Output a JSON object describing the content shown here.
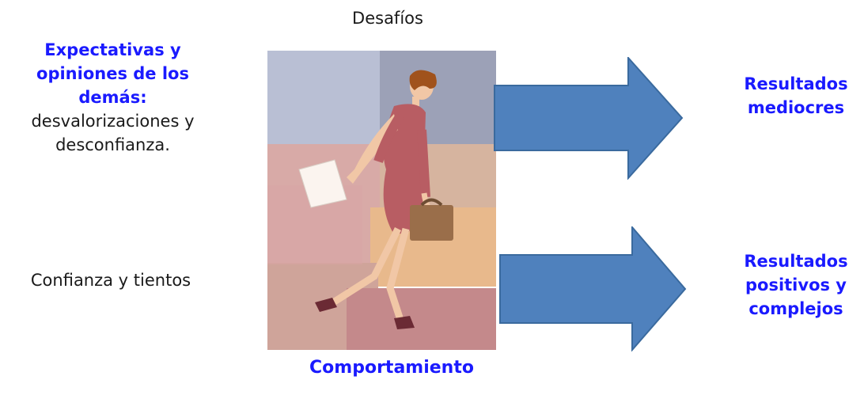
{
  "diagram": {
    "top_label": "Desafíos",
    "left_block": {
      "bold_lines": [
        "Expectativas y",
        "opiniones de los",
        "demás:"
      ],
      "plain_lines": [
        "desvalorizaciones y",
        "desconfianza."
      ]
    },
    "left_lower": "Confianza y tientos",
    "bottom_label": "Comportamiento",
    "right_top_lines": [
      "Resultados",
      "mediocres"
    ],
    "right_bottom_lines": [
      "Resultados",
      "positivos y",
      "complejos"
    ]
  },
  "colors": {
    "emphasis_text": "#1a1aff",
    "arrow_fill": "#4f81bd",
    "arrow_stroke": "#3a6a9e"
  },
  "icons": {
    "illustration": "woman-walking-briefcase-clipart"
  }
}
